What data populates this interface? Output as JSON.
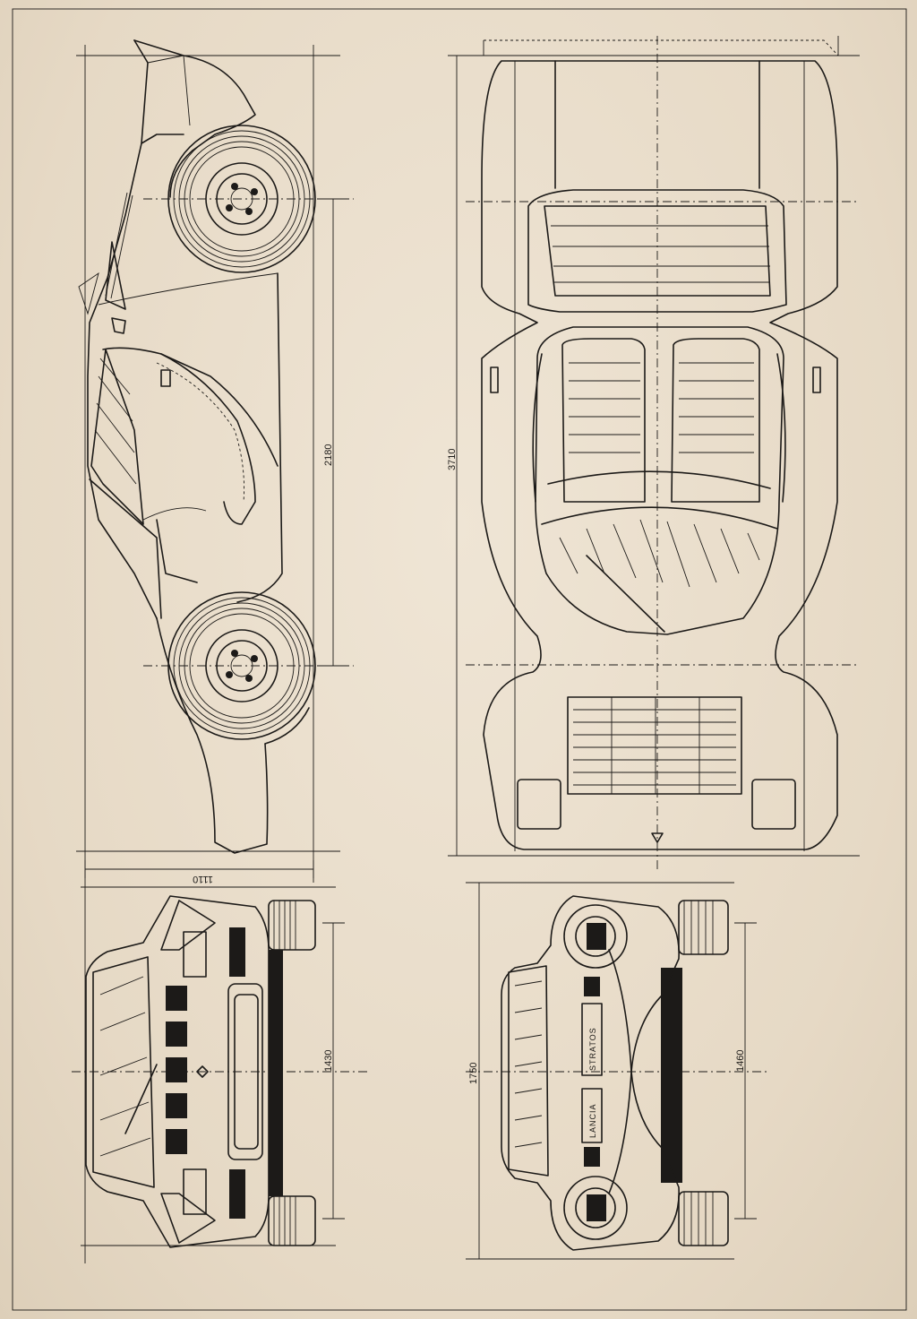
{
  "dimensions": {
    "wheelbase": "2180",
    "length": "3710",
    "height": "1110",
    "rear_track": "1430",
    "width": "1750",
    "front_track": "1460"
  },
  "badges": {
    "model": "STRATOS",
    "make": "LANCIA"
  }
}
